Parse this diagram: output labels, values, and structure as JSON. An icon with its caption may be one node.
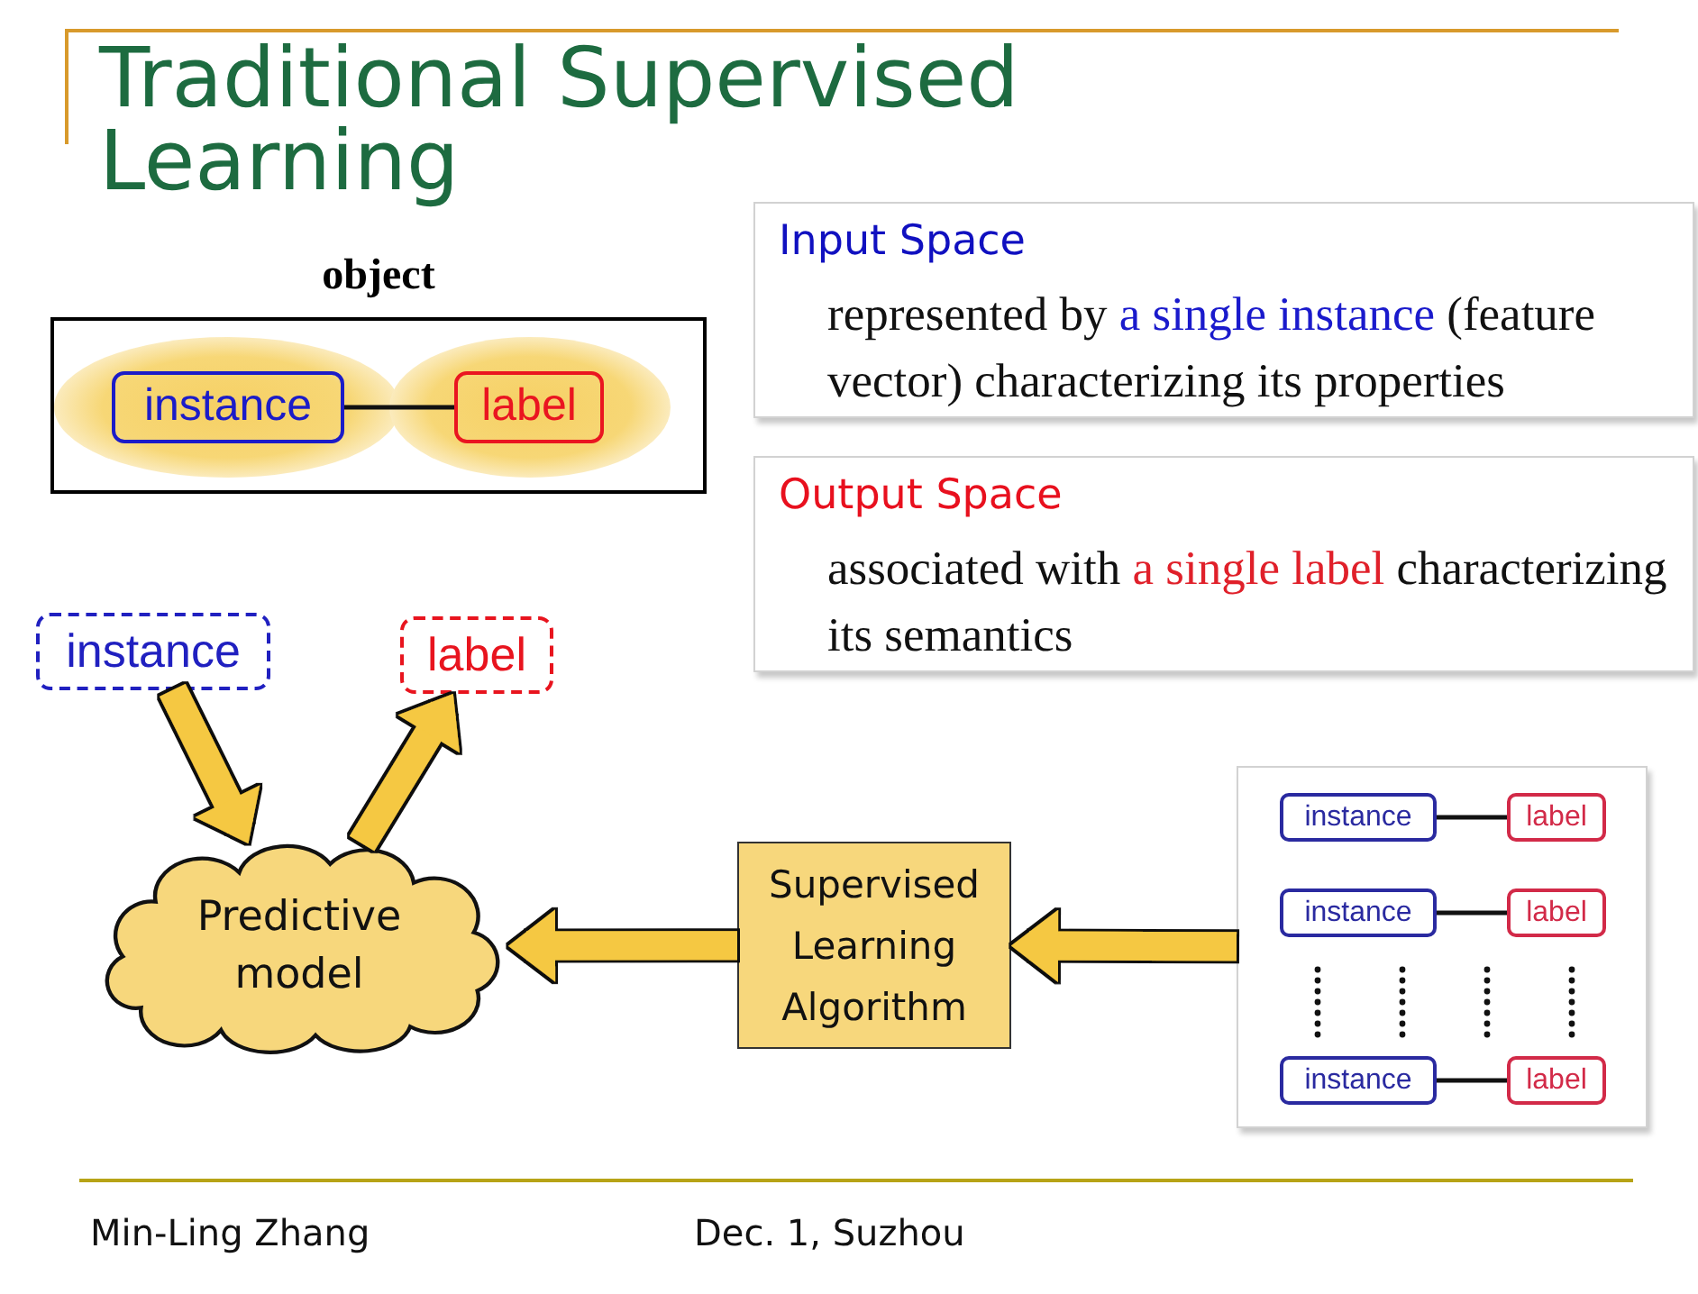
{
  "diagram": {
    "title": "Traditional Supervised Learning",
    "nodes": [
      {
        "text": [
          "object"
        ]
      },
      {
        "text": [
          "instance"
        ],
        "in": 0
      },
      {
        "text": [
          "label"
        ],
        "in": 0
      },
      {
        "text": [
          "Input Space",
          "represented by **a single instance** (feature vector) characterizing its properties"
        ]
      },
      {
        "text": [
          "Output Space",
          "associated with **a single label** characterizing its semantics"
        ]
      },
      {
        "text": [
          "instance"
        ]
      },
      {
        "text": [
          "label"
        ]
      },
      {
        "text": [
          "Predictive model"
        ]
      },
      {
        "text": [
          "Supervised Learning Algorithm"
        ]
      },
      {
        "text": [],
        "shape": "box"
      },
      {
        "text": [
          "instance"
        ],
        "in": 9
      },
      {
        "text": [
          "label"
        ],
        "in": 9
      },
      {
        "text": [
          "instance"
        ],
        "in": 9
      },
      {
        "text": [
          "label"
        ],
        "in": 9
      },
      {
        "text": [
          "instance"
        ],
        "in": 9
      },
      {
        "text": [
          "label"
        ],
        "in": 9
      }
    ],
    "edges": [
      {
        "from": 1,
        "to": 2,
        "arrow": "none"
      },
      {
        "from": 5,
        "to": 7,
        "arrow": "to",
        "style": "thick",
        "color": "#f5c842"
      },
      {
        "from": 7,
        "to": 6,
        "arrow": "to",
        "style": "thick",
        "color": "#f5c842"
      },
      {
        "from": 8,
        "to": 7,
        "arrow": "to",
        "style": "thick",
        "color": "#f5c842"
      },
      {
        "from": 9,
        "to": 8,
        "arrow": "to",
        "style": "thick",
        "color": "#f5c842"
      },
      {
        "from": 10,
        "to": 11,
        "arrow": "none"
      },
      {
        "from": 12,
        "to": 13,
        "arrow": "none"
      },
      {
        "from": 14,
        "to": 15,
        "arrow": "none"
      }
    ],
    "labels": [
      "Min-Ling Zhang",
      "Dec. 1, Suzhou"
    ]
  }
}
